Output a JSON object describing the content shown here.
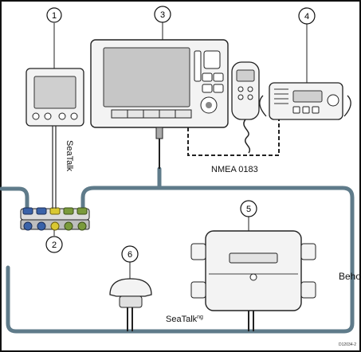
{
  "callouts": [
    "1",
    "2",
    "3",
    "4",
    "5",
    "6"
  ],
  "labels": {
    "seatalk": "SeaTalk",
    "nmea": "NMEA 0183",
    "seatalkng_base": "SeaTalk",
    "seatalkng_sup": "ng",
    "side_text": "Beho",
    "figure_code": "D12034-2"
  },
  "colors": {
    "backbone": "#5f7b8a",
    "connector_blue": "#3a62a8",
    "connector_green": "#7a9a3c",
    "connector_yellow": "#d9c832",
    "device_fill": "#f2f2f2",
    "screen_fill": "#c8c8c8",
    "line": "#222222"
  }
}
